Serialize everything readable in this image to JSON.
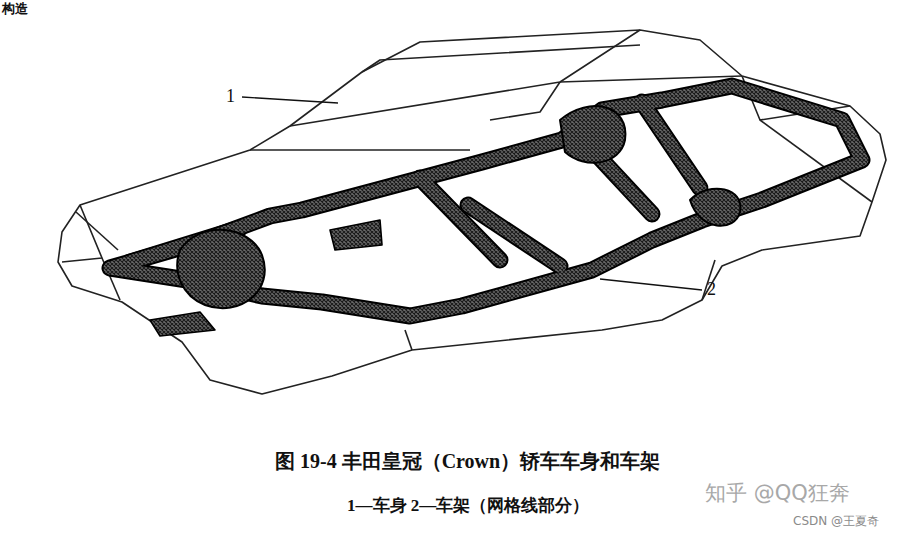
{
  "diagram": {
    "caption": "图 19-4 丰田皇冠（Crown）轿车车身和车架",
    "labels": [
      "构造",
      "1",
      "2",
      "1—车身 2—车架（网格线部分）",
      "知乎 @QQ狂奔",
      "CSDN @王夏奇"
    ]
  }
}
